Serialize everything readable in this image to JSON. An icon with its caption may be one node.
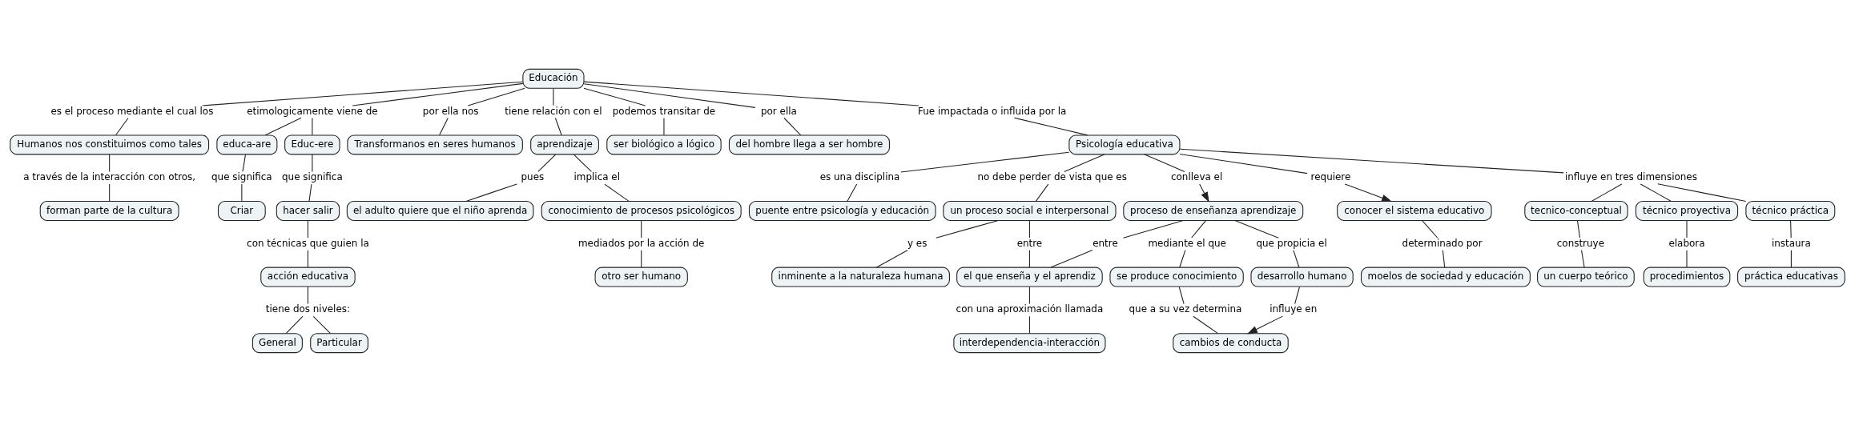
{
  "diagram": {
    "nodes": [
      {
        "text": [
          "Educación"
        ]
      },
      {
        "text": [
          "es el proceso mediante el cual los"
        ]
      },
      {
        "text": [
          "Humanos nos constituimos como tales"
        ]
      },
      {
        "text": [
          "a través de la interacción con otros,"
        ]
      },
      {
        "text": [
          "forman parte de la cultura"
        ]
      },
      {
        "text": [
          "etimologicamente viene de"
        ]
      },
      {
        "text": [
          "educa-are"
        ]
      },
      {
        "text": [
          "que significa"
        ]
      },
      {
        "text": [
          "Criar"
        ]
      },
      {
        "text": [
          "Educ-ere"
        ]
      },
      {
        "text": [
          "que significa"
        ]
      },
      {
        "text": [
          "hacer salir"
        ]
      },
      {
        "text": [
          "con técnicas que guien la"
        ]
      },
      {
        "text": [
          "acción educativa"
        ]
      },
      {
        "text": [
          "tiene dos niveles:"
        ]
      },
      {
        "text": [
          "General"
        ]
      },
      {
        "text": [
          "Particular"
        ]
      },
      {
        "text": [
          "por ella nos"
        ]
      },
      {
        "text": [
          "Transformanos en seres humanos"
        ]
      },
      {
        "text": [
          "tiene relación con el"
        ]
      },
      {
        "text": [
          "aprendizaje"
        ]
      },
      {
        "text": [
          "pues"
        ]
      },
      {
        "text": [
          "el adulto quiere que el niño aprenda"
        ]
      },
      {
        "text": [
          "implica el"
        ]
      },
      {
        "text": [
          "conocimiento de procesos psicológicos"
        ]
      },
      {
        "text": [
          "mediados por la acción de"
        ]
      },
      {
        "text": [
          "otro ser humano"
        ]
      },
      {
        "text": [
          "podemos transitar de"
        ]
      },
      {
        "text": [
          "ser biológico a lógico"
        ]
      },
      {
        "text": [
          "por ella"
        ]
      },
      {
        "text": [
          "del hombre llega a ser hombre"
        ]
      },
      {
        "text": [
          "Fue impactada o influida por la"
        ]
      },
      {
        "text": [
          "Psicología educativa"
        ]
      },
      {
        "text": [
          "es una disciplina"
        ]
      },
      {
        "text": [
          "puente entre psicología y educación"
        ]
      },
      {
        "text": [
          "no debe perder de vista que es"
        ]
      },
      {
        "text": [
          "un proceso social e interpersonal"
        ]
      },
      {
        "text": [
          "y es"
        ]
      },
      {
        "text": [
          "inminente a la naturaleza humana"
        ]
      },
      {
        "text": [
          "entre"
        ]
      },
      {
        "text": [
          "el que enseña y el aprendiz"
        ]
      },
      {
        "text": [
          "con una aproximación llamada"
        ]
      },
      {
        "text": [
          "interdependencia-interacción"
        ]
      },
      {
        "text": [
          "conlleva el"
        ]
      },
      {
        "text": [
          "proceso de enseñanza aprendizaje"
        ]
      },
      {
        "text": [
          "entre"
        ]
      },
      {
        "text": [
          "mediante el que"
        ]
      },
      {
        "text": [
          "se produce conocimiento"
        ]
      },
      {
        "text": [
          "que a su vez determina"
        ]
      },
      {
        "text": [
          "cambios de conducta"
        ]
      },
      {
        "text": [
          "que propicia el"
        ]
      },
      {
        "text": [
          "desarrollo humano"
        ]
      },
      {
        "text": [
          "influye en"
        ]
      },
      {
        "text": [
          "requiere"
        ]
      },
      {
        "text": [
          "conocer el sistema educativo"
        ]
      },
      {
        "text": [
          "determinado por"
        ]
      },
      {
        "text": [
          "moelos de sociedad y educación"
        ]
      },
      {
        "text": [
          "influye en tres dimensiones"
        ]
      },
      {
        "text": [
          "tecnico-conceptual"
        ]
      },
      {
        "text": [
          "construye"
        ]
      },
      {
        "text": [
          "un cuerpo teórico"
        ]
      },
      {
        "text": [
          "técnico proyectiva"
        ]
      },
      {
        "text": [
          "elabora"
        ]
      },
      {
        "text": [
          "procedimientos"
        ]
      },
      {
        "text": [
          "técnico práctica"
        ]
      },
      {
        "text": [
          "instaura"
        ]
      },
      {
        "text": [
          "práctica educativas"
        ]
      }
    ],
    "edges": [
      {
        "from": 0,
        "to": 1,
        "arrow": "none"
      },
      {
        "from": 1,
        "to": 2,
        "arrow": "none"
      },
      {
        "from": 2,
        "to": 3,
        "arrow": "none"
      },
      {
        "from": 3,
        "to": 4,
        "arrow": "none"
      },
      {
        "from": 0,
        "to": 5,
        "arrow": "none"
      },
      {
        "from": 5,
        "to": 6,
        "arrow": "none"
      },
      {
        "from": 5,
        "to": 9,
        "arrow": "none"
      },
      {
        "from": 6,
        "to": 7,
        "arrow": "none"
      },
      {
        "from": 7,
        "to": 8,
        "arrow": "none"
      },
      {
        "from": 9,
        "to": 10,
        "arrow": "none"
      },
      {
        "from": 10,
        "to": 11,
        "arrow": "none"
      },
      {
        "from": 11,
        "to": 12,
        "arrow": "none"
      },
      {
        "from": 12,
        "to": 13,
        "arrow": "none"
      },
      {
        "from": 13,
        "to": 14,
        "arrow": "none"
      },
      {
        "from": 14,
        "to": 15,
        "arrow": "none"
      },
      {
        "from": 14,
        "to": 16,
        "arrow": "none"
      },
      {
        "from": 0,
        "to": 17,
        "arrow": "none"
      },
      {
        "from": 17,
        "to": 18,
        "arrow": "none"
      },
      {
        "from": 0,
        "to": 19,
        "arrow": "none"
      },
      {
        "from": 19,
        "to": 20,
        "arrow": "none"
      },
      {
        "from": 20,
        "to": 21,
        "arrow": "none"
      },
      {
        "from": 21,
        "to": 22,
        "arrow": "none"
      },
      {
        "from": 20,
        "to": 23,
        "arrow": "none"
      },
      {
        "from": 23,
        "to": 24,
        "arrow": "none"
      },
      {
        "from": 24,
        "to": 25,
        "arrow": "none"
      },
      {
        "from": 25,
        "to": 26,
        "arrow": "none"
      },
      {
        "from": 0,
        "to": 27,
        "arrow": "none"
      },
      {
        "from": 27,
        "to": 28,
        "arrow": "none"
      },
      {
        "from": 0,
        "to": 29,
        "arrow": "none"
      },
      {
        "from": 29,
        "to": 30,
        "arrow": "none"
      },
      {
        "from": 0,
        "to": 31,
        "arrow": "none"
      },
      {
        "from": 31,
        "to": 32,
        "arrow": "none"
      },
      {
        "from": 32,
        "to": 33,
        "arrow": "none"
      },
      {
        "from": 33,
        "to": 34,
        "arrow": "none"
      },
      {
        "from": 32,
        "to": 35,
        "arrow": "none"
      },
      {
        "from": 35,
        "to": 36,
        "arrow": "none"
      },
      {
        "from": 36,
        "to": 37,
        "arrow": "none"
      },
      {
        "from": 37,
        "to": 38,
        "arrow": "none"
      },
      {
        "from": 36,
        "to": 39,
        "arrow": "none"
      },
      {
        "from": 39,
        "to": 40,
        "arrow": "none"
      },
      {
        "from": 40,
        "to": 41,
        "arrow": "none"
      },
      {
        "from": 41,
        "to": 42,
        "arrow": "none"
      },
      {
        "from": 32,
        "to": 43,
        "arrow": "none"
      },
      {
        "from": 43,
        "to": 44,
        "arrow": "to"
      },
      {
        "from": 44,
        "to": 45,
        "arrow": "none"
      },
      {
        "from": 45,
        "to": 40,
        "arrow": "none"
      },
      {
        "from": 44,
        "to": 46,
        "arrow": "none"
      },
      {
        "from": 46,
        "to": 47,
        "arrow": "none"
      },
      {
        "from": 47,
        "to": 48,
        "arrow": "none"
      },
      {
        "from": 48,
        "to": 49,
        "arrow": "none"
      },
      {
        "from": 44,
        "to": 50,
        "arrow": "none"
      },
      {
        "from": 50,
        "to": 51,
        "arrow": "none"
      },
      {
        "from": 51,
        "to": 52,
        "arrow": "none"
      },
      {
        "from": 52,
        "to": 49,
        "arrow": "to"
      },
      {
        "from": 32,
        "to": 53,
        "arrow": "none"
      },
      {
        "from": 53,
        "to": 54,
        "arrow": "to"
      },
      {
        "from": 54,
        "to": 55,
        "arrow": "none"
      },
      {
        "from": 55,
        "to": 56,
        "arrow": "none"
      },
      {
        "from": 32,
        "to": 57,
        "arrow": "none"
      },
      {
        "from": 57,
        "to": 58,
        "arrow": "none"
      },
      {
        "from": 57,
        "to": 61,
        "arrow": "none"
      },
      {
        "from": 57,
        "to": 64,
        "arrow": "none"
      },
      {
        "from": 58,
        "to": 59,
        "arrow": "none"
      },
      {
        "from": 59,
        "to": 60,
        "arrow": "none"
      },
      {
        "from": 61,
        "to": 62,
        "arrow": "none"
      },
      {
        "from": 62,
        "to": 63,
        "arrow": "none"
      },
      {
        "from": 64,
        "to": 65,
        "arrow": "none"
      },
      {
        "from": 65,
        "to": 66,
        "arrow": "none"
      }
    ]
  }
}
